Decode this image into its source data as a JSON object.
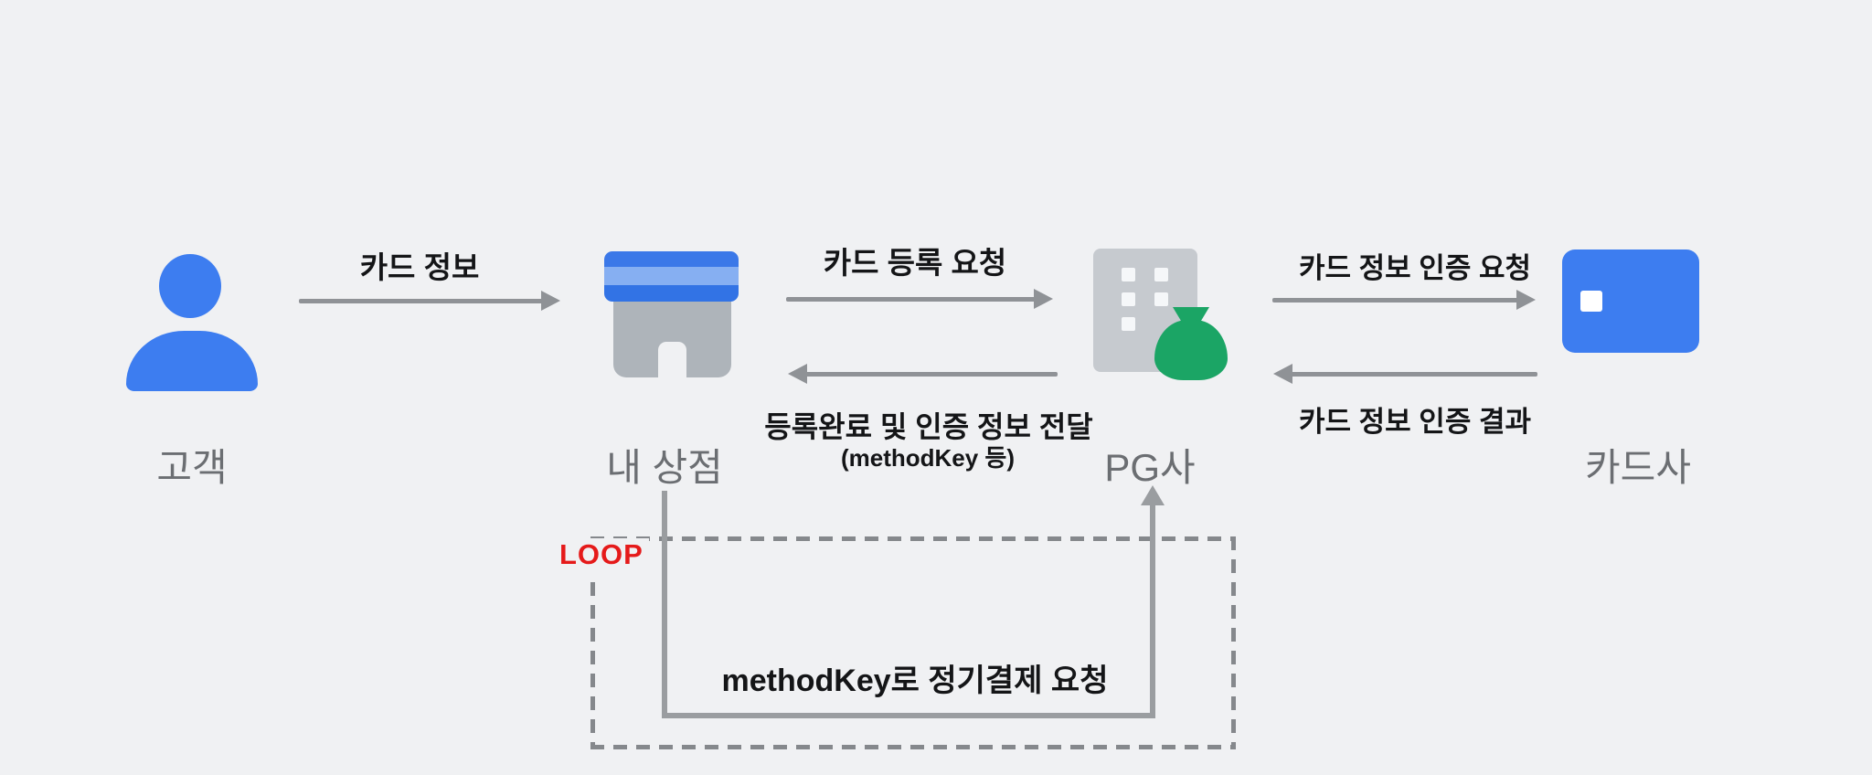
{
  "diagram": {
    "title_context": "recurring-payment card registration flow",
    "entities": {
      "customer": {
        "label": "고객"
      },
      "store": {
        "label": "내 상점"
      },
      "pg": {
        "label": "PG사"
      },
      "card_company": {
        "label": "카드사"
      }
    },
    "messages": {
      "card_info": "카드 정보",
      "card_register_request": "카드 등록 요청",
      "register_complete": "등록완료 및 인증 정보 전달",
      "register_complete_note": "(methodKey 등)",
      "card_verify_request": "카드 정보 인증 요청",
      "card_verify_result": "카드 정보 인증 결과",
      "recurring_payment_request": "methodKey로 정기결제 요청",
      "loop_label": "LOOP"
    }
  },
  "colors": {
    "bg": "#f0f1f3",
    "blue": "#3d7df0",
    "awning_blue": "#3b78e8",
    "awning_stripe": "#86aff2",
    "awning_dark": "#3273e5",
    "store_gray": "#aeb4ba",
    "building_gray": "#c6cacf",
    "window_white": "#f5f7f9",
    "bag_green": "#1ba565",
    "arrow_gray": "#8f9296",
    "loop_line_gray": "#9a9da0",
    "dash_gray": "#85888c",
    "label_gray": "#6b6e72",
    "loop_red": "#e51a1a",
    "text_black": "#141517"
  }
}
